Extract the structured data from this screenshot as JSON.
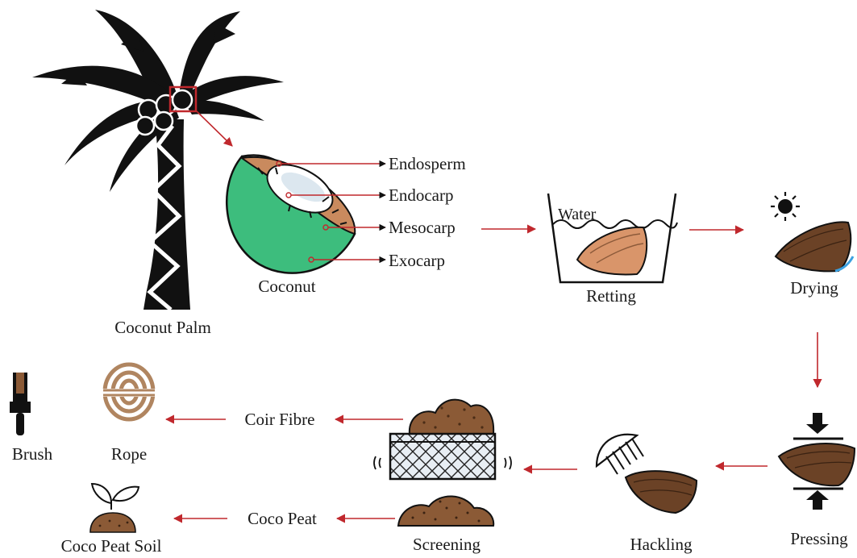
{
  "labels": {
    "coconut_palm": "Coconut Palm",
    "coconut": "Coconut",
    "endosperm": "Endosperm",
    "endocarp": "Endocarp",
    "mesocarp": "Mesocarp",
    "exocarp": "Exocarp",
    "water": "Water",
    "retting": "Retting",
    "drying": "Drying",
    "pressing": "Pressing",
    "hackling": "Hackling",
    "screening": "Screening",
    "coir_fibre": "Coir Fibre",
    "coco_peat": "Coco Peat",
    "rope": "Rope",
    "brush": "Brush",
    "coco_peat_soil": "Coco Peat Soil"
  },
  "colors": {
    "arrow": "#c0282d",
    "palm": "#111111",
    "coconut_green": "#3dbd7d",
    "husk": "#c98a5e",
    "fibre_brown": "#6b4226",
    "rope": "#b08560"
  },
  "icons": {
    "sun": "sun-icon",
    "press": "press-icon",
    "comb": "comb-icon",
    "sieve": "sieve-icon",
    "rope": "rope-icon",
    "brush": "brush-icon",
    "plant": "plant-icon"
  }
}
